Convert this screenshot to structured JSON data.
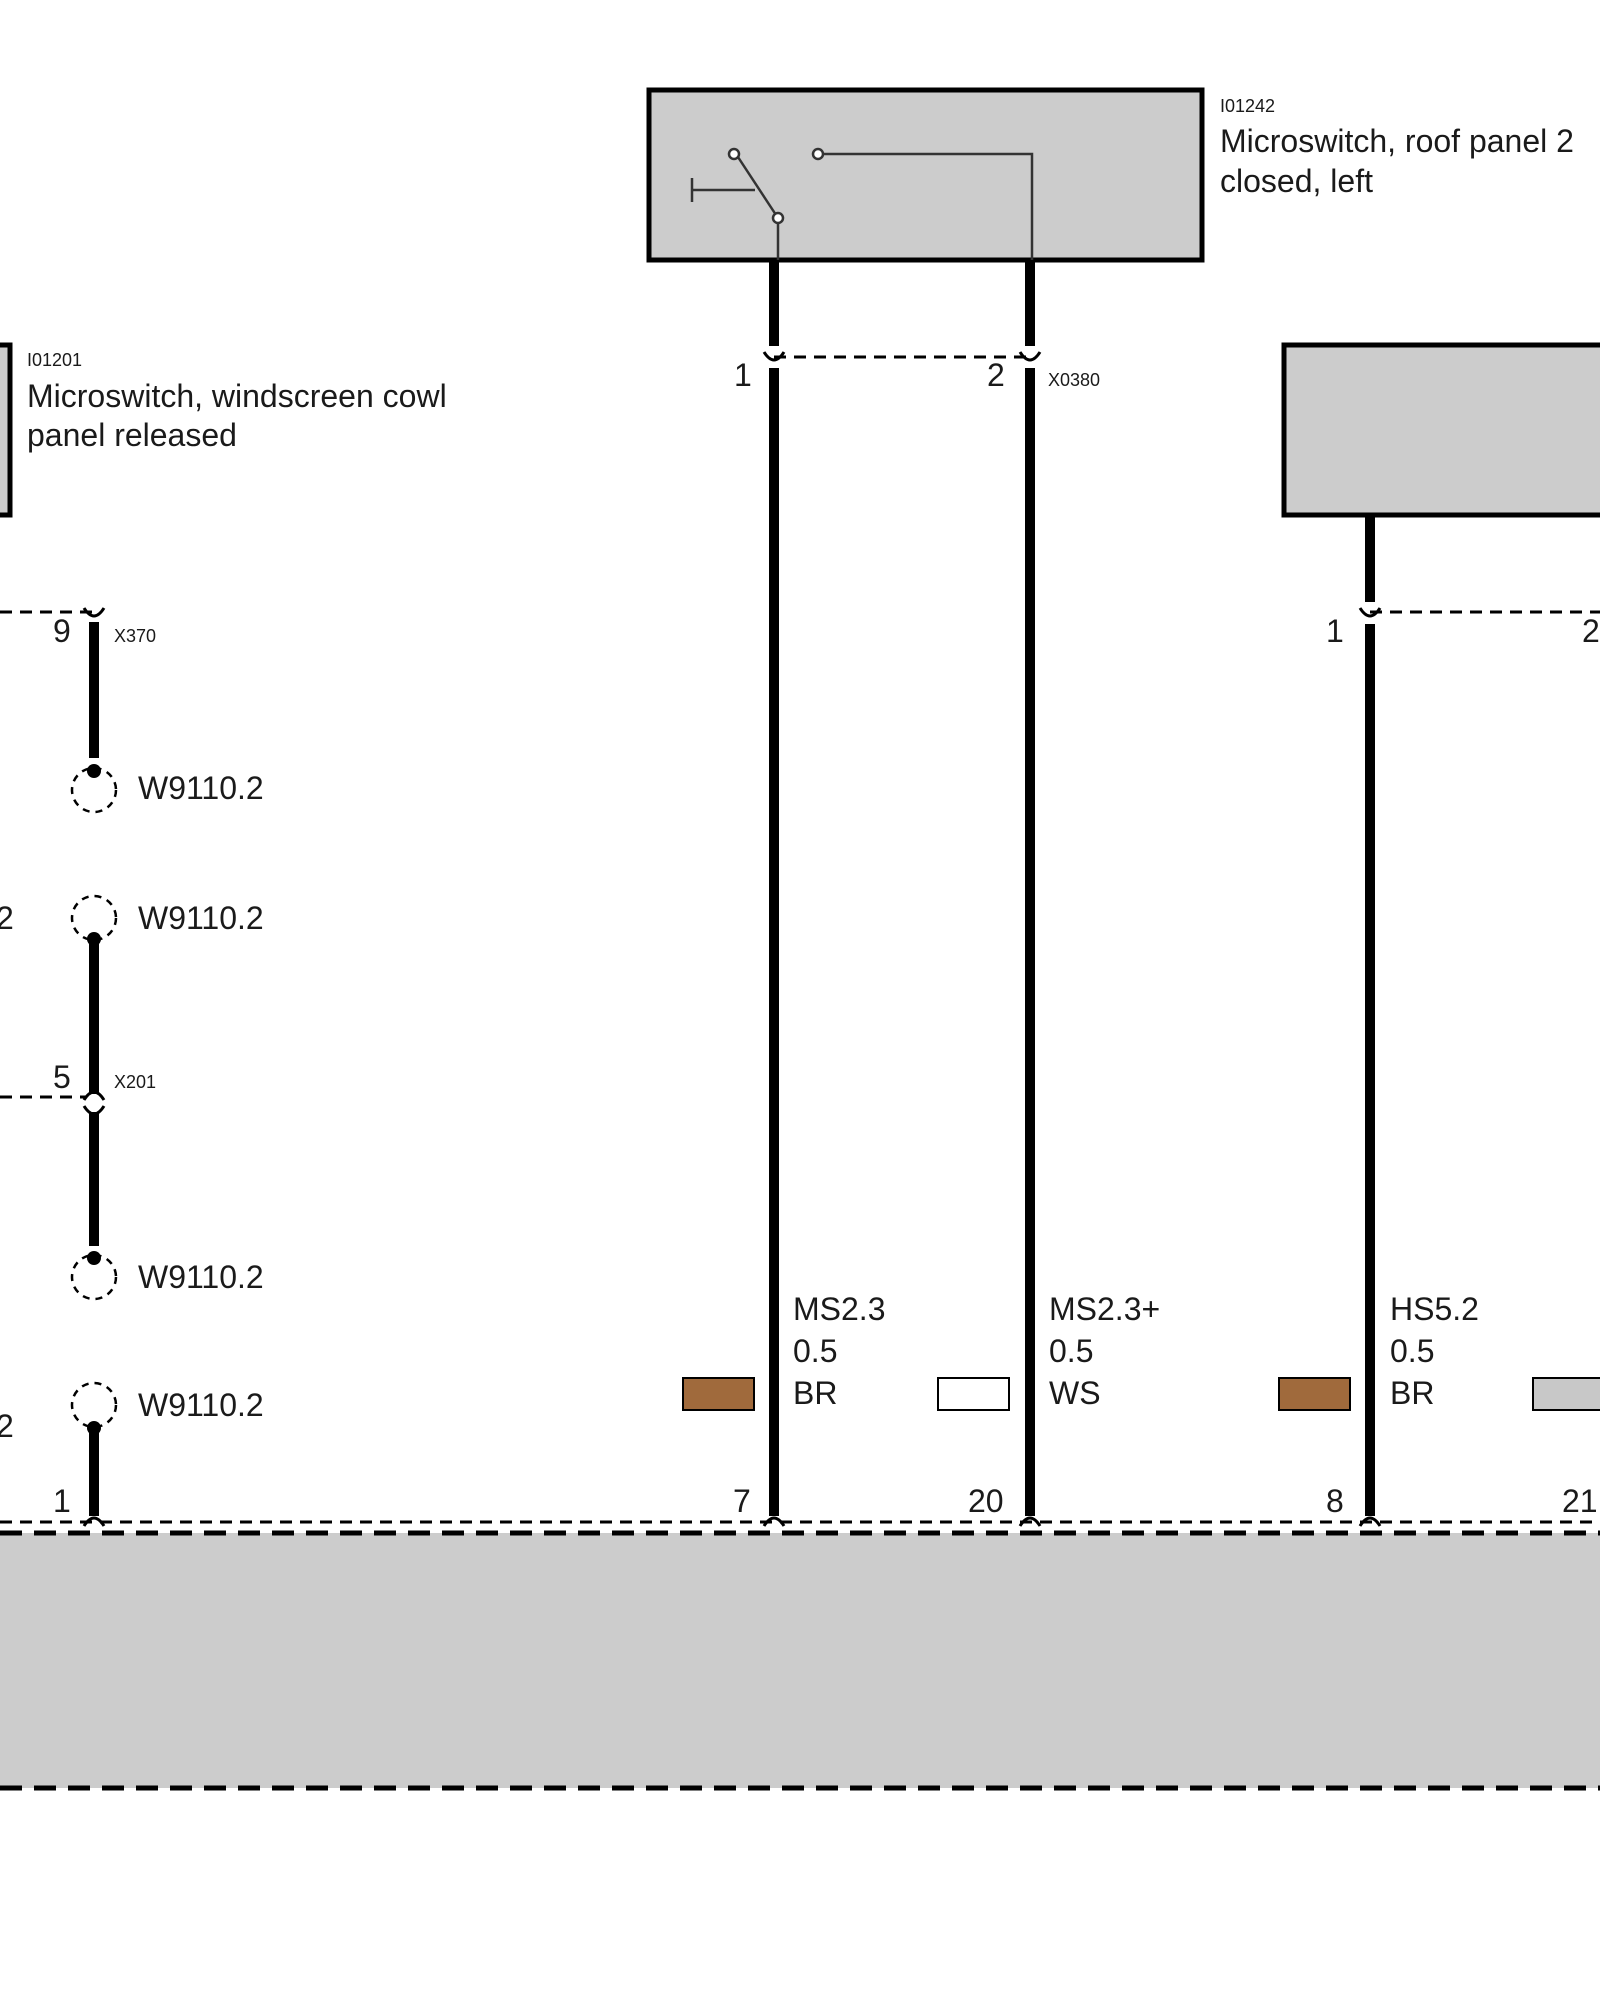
{
  "components": {
    "i01242": {
      "id": "I01242",
      "name_line1": "Microswitch, roof panel 2",
      "name_line2": "closed, left"
    },
    "i01201": {
      "id": "I01201",
      "name_line1": "Microswitch, windscreen cowl",
      "name_line2": "panel released"
    }
  },
  "connectors": {
    "x0380": {
      "label": "X0380",
      "pin_a": "1",
      "pin_b": "2"
    },
    "x370": {
      "label": "X370",
      "pin": "9"
    },
    "x201": {
      "label": "X201",
      "pin": "5"
    },
    "right": {
      "pin_a": "1",
      "pin_b": "2"
    }
  },
  "splices": {
    "s1": "W9110.2",
    "s2": "W9110.2",
    "s3": "W9110.2",
    "s4": "W9110.2",
    "edge_left_1": "2",
    "edge_left_2": "2"
  },
  "wires": [
    {
      "code": "MS2.3",
      "size": "0.5",
      "color_code": "BR",
      "swatch": "#a06a3c",
      "bottom_pin": "7"
    },
    {
      "code": "MS2.3+",
      "size": "0.5",
      "color_code": "WS",
      "swatch": "#ffffff",
      "bottom_pin": "20"
    },
    {
      "code": "HS5.2",
      "size": "0.5",
      "color_code": "BR",
      "swatch": "#a06a3c",
      "bottom_pin": "8"
    }
  ],
  "bottom_pins": {
    "left": "1",
    "right_edge": "21"
  },
  "colors": {
    "component_fill": "#cccccc",
    "brown": "#a06a3c",
    "gray_swatch": "#c8c8c8"
  }
}
